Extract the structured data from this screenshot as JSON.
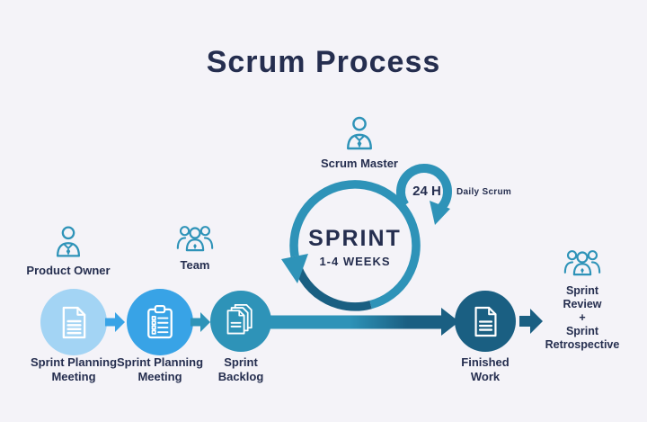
{
  "title": "Scrum Process",
  "colors": {
    "background": "#f4f3f8",
    "navy": "#252e4f",
    "teal": "#2e93b8",
    "dark_teal": "#1a5f82",
    "bright_blue": "#38a3e6",
    "light_blue": "#a3d4f4",
    "icon_white": "#ffffff"
  },
  "roles": {
    "product_owner": {
      "label": "Product Owner",
      "icon": "user-tie-icon"
    },
    "team": {
      "label": "Team",
      "icon": "team-icon"
    },
    "scrum_master": {
      "label": "Scrum Master",
      "icon": "user-tie-icon"
    }
  },
  "sprint": {
    "label": "SPRINT",
    "duration": "1-4 WEEKS",
    "daily_scrum": {
      "badge": "24 H",
      "label": "Daily Scrum"
    }
  },
  "steps": [
    {
      "label": "Sprint Planning\nMeeting",
      "icon": "document-icon",
      "circle_color": "#a3d4f4"
    },
    {
      "label": "Sprint Planning\nMeeting",
      "icon": "clipboard-icon",
      "circle_color": "#38a3e6"
    },
    {
      "label": "Sprint\nBacklog",
      "icon": "stacked-documents-icon",
      "circle_color": "#2e93b8"
    },
    {
      "label": "Finished\nWork",
      "icon": "document-icon",
      "circle_color": "#1a5f82"
    }
  ],
  "outcome": {
    "label": "Sprint\nReview\n+\nSprint\nRetrospective",
    "icon": "team-icon"
  }
}
